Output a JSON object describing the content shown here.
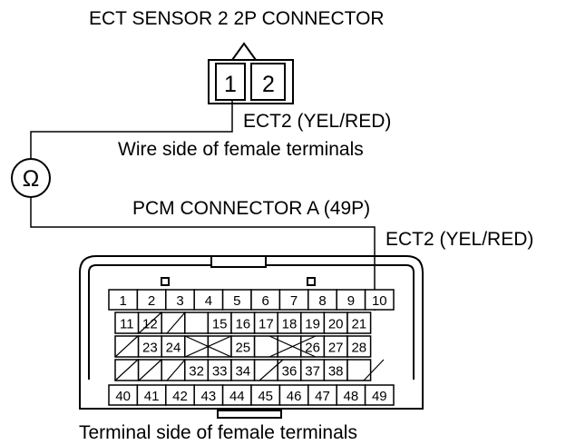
{
  "title": "ECT SENSOR 2 2P CONNECTOR",
  "sensor_connector": {
    "pins": [
      "1",
      "2"
    ]
  },
  "ect2_label_top": "ECT2 (YEL/RED)",
  "wire_side_label": "Wire side of female terminals",
  "ohmmeter_symbol": "Ω",
  "pcm_connector_label": "PCM CONNECTOR A (49P)",
  "ect2_label_pcm": "ECT2 (YEL/RED)",
  "terminal_side_label": "Terminal side of female terminals",
  "pcm_pins": {
    "row1": [
      "1",
      "2",
      "3",
      "4",
      "5",
      "6",
      "7",
      "8",
      "9",
      "10"
    ],
    "row2": [
      "11",
      "12",
      "",
      "",
      "15",
      "16",
      "17",
      "18",
      "19",
      "20",
      "21"
    ],
    "row3": [
      "",
      "23",
      "24",
      "",
      "",
      "25",
      "",
      "",
      "26",
      "27",
      "28"
    ],
    "row4": [
      "",
      "",
      "",
      "32",
      "33",
      "34",
      "",
      "36",
      "37",
      "38",
      ""
    ],
    "row5": [
      "40",
      "41",
      "42",
      "43",
      "44",
      "45",
      "46",
      "47",
      "48",
      "49"
    ]
  }
}
